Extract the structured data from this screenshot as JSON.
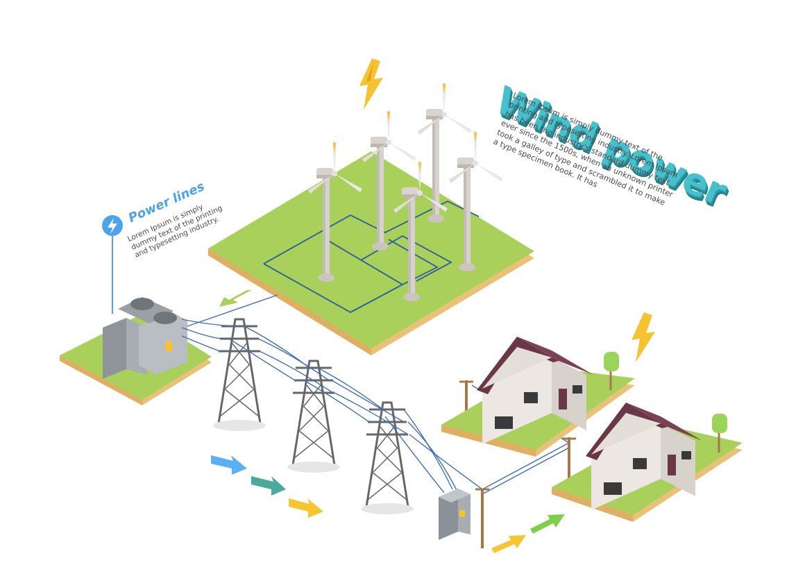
{
  "wind_power": {
    "title": "Wind power",
    "body": "Lorem Ipsum is simply dummy text of the printing and typesetting industry. Lorem Ipsum has been the industry's standard dummy text ever since the 1500s, when an unknown printer took a galley of type and scrambled it to make a type specimen book. It has"
  },
  "power_lines": {
    "title": "Power lines",
    "body": "Lorem Ipsum is simply dummy text of the printing and typesetting industry."
  },
  "colors": {
    "grass": "#a8d05a",
    "soil": "#e9c27a",
    "title_teal": "#46c0cc",
    "title_blue": "#4da3ea",
    "roof": "#6b3648",
    "wall": "#ece7e2",
    "arrow_blue": "#5ab0f0",
    "arrow_teal": "#4aaa9c",
    "arrow_yellow": "#f7c531",
    "arrow_green": "#7ed04a",
    "wire": "#3f6fb5"
  },
  "icons": [
    "lightning-bolt-icon",
    "lightning-circle-icon"
  ]
}
